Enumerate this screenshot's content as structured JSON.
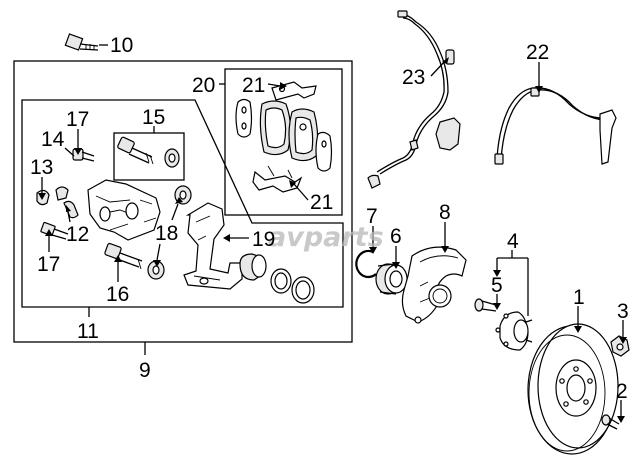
{
  "diagram": {
    "watermark": "avparts",
    "callouts": {
      "c1": "1",
      "c2": "2",
      "c3": "3",
      "c4": "4",
      "c5": "5",
      "c6": "6",
      "c7": "7",
      "c8": "8",
      "c9": "9",
      "c10": "10",
      "c11": "11",
      "c12": "12",
      "c13": "13",
      "c14": "14",
      "c15": "15",
      "c16": "16",
      "c17a": "17",
      "c17b": "17",
      "c18": "18",
      "c19": "19",
      "c20": "20",
      "c21a": "21",
      "c21b": "21",
      "c22": "22",
      "c23": "23"
    }
  }
}
